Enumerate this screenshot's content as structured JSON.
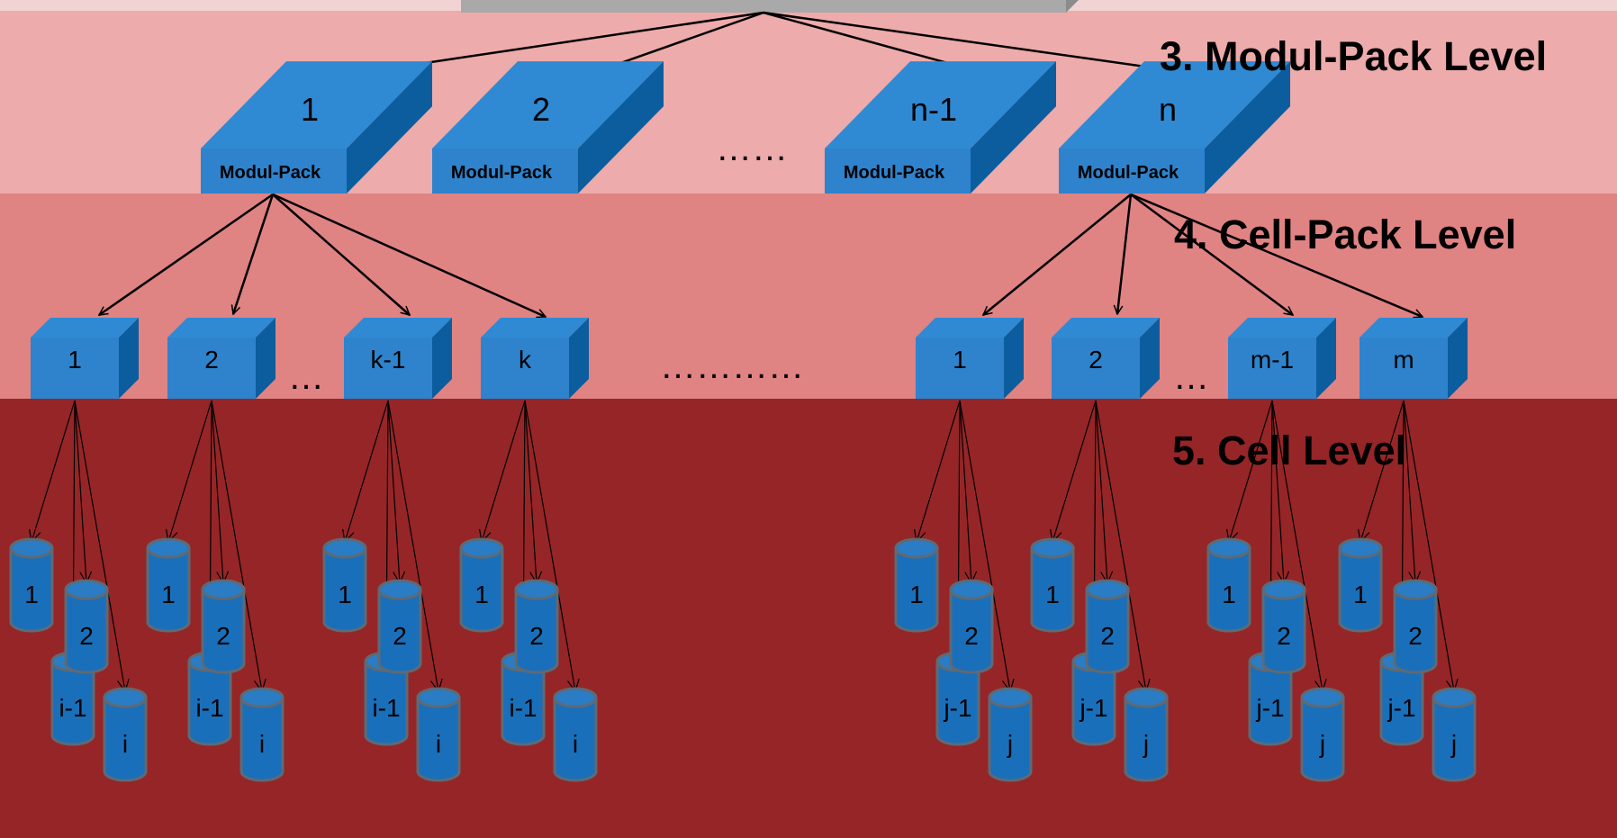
{
  "colors": {
    "top_band": "#f2d3d3",
    "level3_band": "#edabab",
    "level4_band": "#e08383",
    "level5_band": "#962527",
    "box_front": "#2e83cc",
    "box_top": "#2f8ad3",
    "box_side": "#0b5d9e",
    "cell_body": "#1a6fba",
    "cell_outline": "#5f6a73",
    "parent_box": "#a9a9a9"
  },
  "levels": {
    "modul_pack": "3. Modul-Pack Level",
    "cell_pack": "4. Cell-Pack Level",
    "cell": "5. Cell Level"
  },
  "modul_packs": [
    {
      "label": "1",
      "sub": "Modul-Pack"
    },
    {
      "label": "2",
      "sub": "Modul-Pack"
    },
    {
      "label": "n-1",
      "sub": "Modul-Pack"
    },
    {
      "label": "n",
      "sub": "Modul-Pack"
    }
  ],
  "modul_dots": "……",
  "cell_packs_left": [
    "1",
    "2",
    "k-1",
    "k"
  ],
  "cell_packs_right": [
    "1",
    "2",
    "m-1",
    "m"
  ],
  "cell_pack_dots_left": "…",
  "cell_pack_dots_right": "…",
  "cell_pack_dots_middle": "…………",
  "cells_left": [
    "1",
    "2",
    "i-1",
    "i"
  ],
  "cells_right": [
    "1",
    "2",
    "j-1",
    "j"
  ]
}
